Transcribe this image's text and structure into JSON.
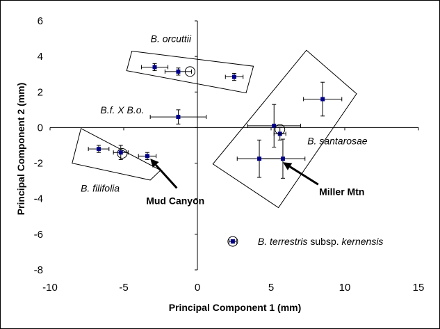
{
  "chart_data": {
    "type": "scatter",
    "title": "",
    "xlabel": "Principal Component 1 (mm)",
    "ylabel": "Principal Component 2 (mm)",
    "xlim": [
      -10,
      15
    ],
    "ylim": [
      -8,
      6
    ],
    "xticks": [
      -10,
      -5,
      0,
      5,
      10,
      15
    ],
    "yticks": [
      -8,
      -6,
      -4,
      -2,
      0,
      2,
      4,
      6
    ],
    "grid": false,
    "legend": "none",
    "marker_color": "#00008b",
    "errorbar_color": "#000000",
    "points": [
      {
        "group": "B. orcuttii",
        "x": -2.9,
        "y": 3.4,
        "xerr": 0.9,
        "yerr": 0.2
      },
      {
        "group": "B. orcuttii",
        "x": -1.3,
        "y": 3.15,
        "xerr": 0.9,
        "yerr": 0.2
      },
      {
        "group": "B. orcuttii",
        "x": 2.5,
        "y": 2.85,
        "xerr": 0.6,
        "yerr": 0.2
      },
      {
        "group": "B.f. X B.o.",
        "x": -1.3,
        "y": 0.6,
        "xerr": 1.9,
        "yerr": 0.4
      },
      {
        "group": "B. filifolia",
        "x": -6.7,
        "y": -1.2,
        "xerr": 0.7,
        "yerr": 0.2
      },
      {
        "group": "B. filifolia",
        "x": -5.2,
        "y": -1.4,
        "xerr": 0.5,
        "yerr": 0.4
      },
      {
        "group": "B. filifolia",
        "x": -3.4,
        "y": -1.6,
        "xerr": 0.6,
        "yerr": 0.2
      },
      {
        "group": "B. santarosae",
        "x": 8.5,
        "y": 1.6,
        "xerr": 1.3,
        "yerr": 0.95
      },
      {
        "group": "B. santarosae",
        "x": 5.2,
        "y": 0.1,
        "xerr": 1.8,
        "yerr": 1.2
      },
      {
        "group": "B. santarosae",
        "x": 5.6,
        "y": -0.35,
        "xerr": 0.4,
        "yerr": 0.35
      },
      {
        "group": "B. santarosae",
        "x": 4.2,
        "y": -1.75,
        "xerr": 1.5,
        "yerr": 1.05
      },
      {
        "group": "B. santarosae",
        "x": 5.8,
        "y": -1.75,
        "xerr": 1.5,
        "yerr": 1.1
      },
      {
        "group": "B. terrestris subsp. kernensis",
        "x": 2.4,
        "y": -6.4,
        "xerr": 0.25,
        "yerr": 0.1
      }
    ],
    "open_circles": [
      {
        "x": -0.5,
        "y": 3.15
      },
      {
        "x": -5.1,
        "y": -1.45
      },
      {
        "x": 5.6,
        "y": -0.1
      },
      {
        "x": 2.4,
        "y": -6.4
      }
    ],
    "group_boxes": [
      {
        "label": "B. orcuttii",
        "corners": [
          [
            -4.45,
            4.3
          ],
          [
            3.8,
            3.45
          ],
          [
            3.3,
            1.95
          ],
          [
            -4.8,
            3.2
          ]
        ]
      },
      {
        "label": "B. filifolia",
        "corners": [
          [
            -7.9,
            -0.05
          ],
          [
            -2.5,
            -2.4
          ],
          [
            -3.2,
            -2.95
          ],
          [
            -8.5,
            -2.0
          ]
        ]
      },
      {
        "label": "B. santarosae",
        "corners": [
          [
            7.4,
            4.35
          ],
          [
            10.8,
            1.9
          ],
          [
            5.5,
            -4.5
          ],
          [
            1.05,
            -2.05
          ]
        ]
      }
    ],
    "annotations": [
      {
        "text": "B. orcuttii",
        "italic": true,
        "bold": false,
        "x": -1.8,
        "y": 5.0
      },
      {
        "text": "B.f. X B.o.",
        "italic": true,
        "bold": false,
        "x": -5.1,
        "y": 1.0
      },
      {
        "text": "B. santarosae",
        "italic": true,
        "bold": false,
        "x": 9.5,
        "y": -0.75
      },
      {
        "text": "B. filifolia",
        "italic": true,
        "bold": false,
        "x": -6.6,
        "y": -3.4
      },
      {
        "text": "Mud Canyon",
        "italic": false,
        "bold": true,
        "x": -1.5,
        "y": -4.1
      },
      {
        "text": "Miller Mtn",
        "italic": false,
        "bold": true,
        "x": 9.8,
        "y": -3.6
      }
    ],
    "arrows": [
      {
        "from": [
          -1.4,
          -3.4
        ],
        "to": [
          -3.2,
          -1.75
        ]
      },
      {
        "from": [
          8.2,
          -3.2
        ],
        "to": [
          5.8,
          -1.95
        ]
      }
    ],
    "legend_label": {
      "parts": [
        {
          "text": "B. terrestris",
          "italic": true
        },
        {
          "text": " subsp. ",
          "italic": false
        },
        {
          "text": "kernensis",
          "italic": true
        }
      ],
      "x": 4.1,
      "y": -6.4
    }
  }
}
